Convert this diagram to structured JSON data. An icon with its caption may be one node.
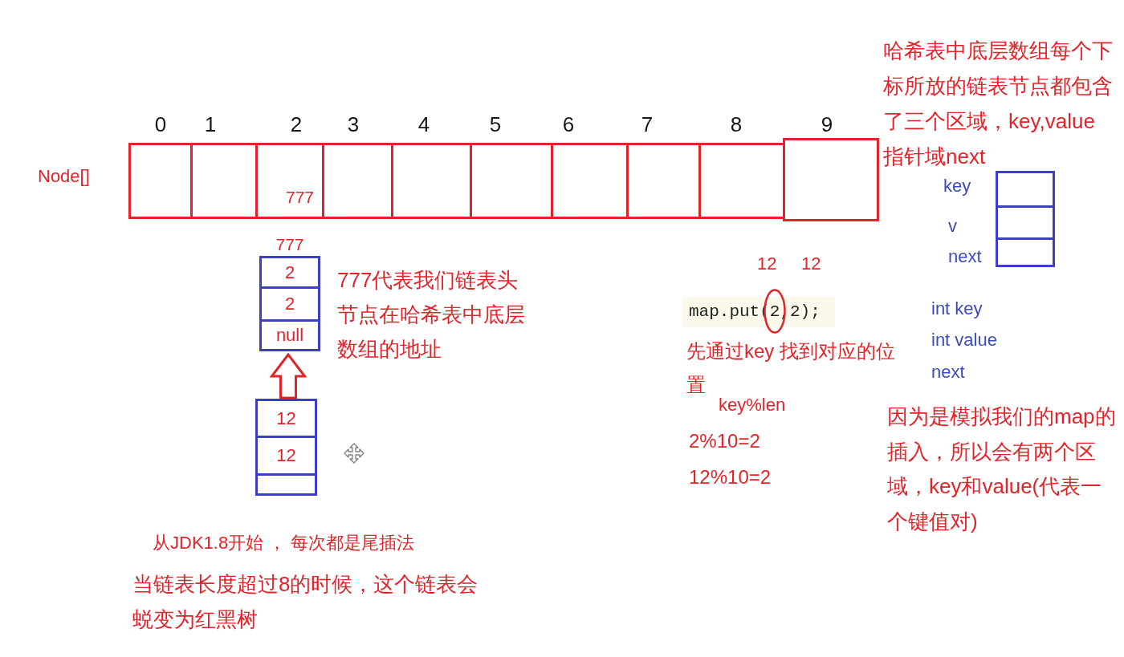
{
  "diagram": {
    "nodes": [
      {
        "text": [
          "Node[]"
        ]
      },
      {
        "text": [
          "0"
        ],
        "in": 0
      },
      {
        "text": [
          "1"
        ],
        "in": 0
      },
      {
        "text": [
          "2",
          "777"
        ],
        "in": 0
      },
      {
        "text": [
          "3"
        ],
        "in": 0
      },
      {
        "text": [
          "4"
        ],
        "in": 0
      },
      {
        "text": [
          "5"
        ],
        "in": 0
      },
      {
        "text": [
          "6"
        ],
        "in": 0
      },
      {
        "text": [
          "7"
        ],
        "in": 0
      },
      {
        "text": [
          "8"
        ],
        "in": 0
      },
      {
        "text": [
          "9"
        ],
        "in": 0
      },
      {
        "text": [
          "777",
          "2",
          "2",
          "null"
        ]
      },
      {
        "text": [
          "12",
          "12"
        ]
      },
      {
        "text": [],
        "shape": "box",
        "beside": [
          "key",
          "v",
          "next"
        ]
      }
    ],
    "edges": [
      {
        "from": 12,
        "to": 11,
        "arrow": "to"
      }
    ],
    "labels": [
      "哈希表中底层数组每个下标所放的链表节点都包含了三个区域，key,value指针域next",
      "12",
      "12",
      "777代表我们链表头节点在哈希表中底层数组的地址",
      "map.put(2,2);",
      "int key",
      "int value",
      "next",
      "先通过key 找到对应的位置",
      "key%len",
      "因为是模拟我们的map的插入，所以会有两个区域，key和value(代表一个键值对)",
      "2%10=2",
      "12%10=2",
      "从JDK1.8开始 ， 每次都是尾插法",
      "当链表长度超过8的时候，这个链表会蜕变为红黑树"
    ]
  }
}
